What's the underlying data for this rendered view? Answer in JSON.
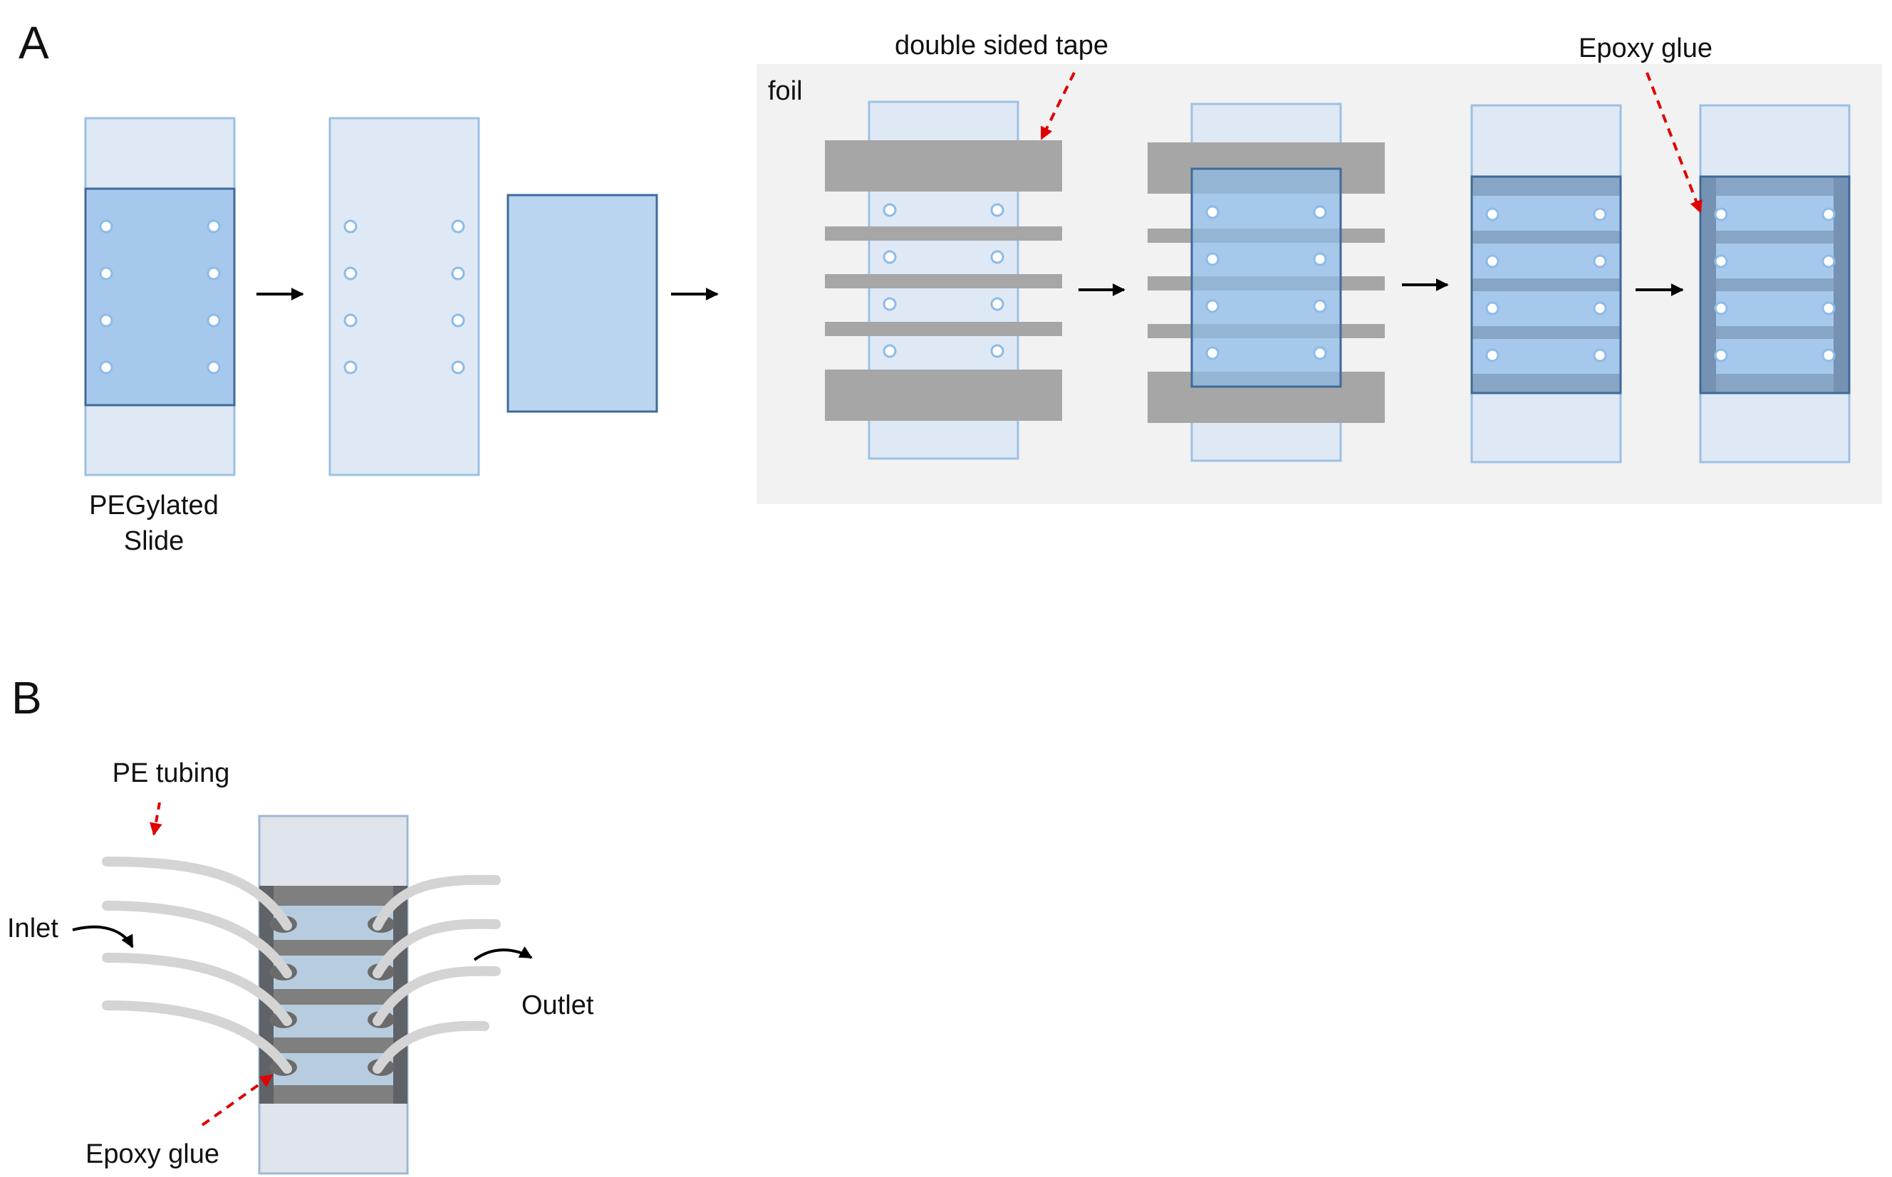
{
  "panels": {
    "A": {
      "letter": "A"
    },
    "B": {
      "letter": "B"
    }
  },
  "labels": {
    "pegylated_line1": "PEGylated",
    "pegylated_line2": "Slide",
    "foil": "foil",
    "double_sided_tape": "double sided tape",
    "epoxy_glue_a": "Epoxy glue",
    "pe_tubing": "PE tubing",
    "inlet": "Inlet",
    "outlet": "Outlet",
    "epoxy_glue_b": "Epoxy glue"
  },
  "colors": {
    "slide_fill": "#dfe9f5",
    "slide_stroke": "#9dc0e4",
    "coverslip_fill": "#a6c8ec",
    "coverslip_stroke": "#3f6a99",
    "tape": "#a6a6a6",
    "foil_background": "#f2f2f2",
    "pointer_arrow": "#e00000",
    "process_arrow": "#000000",
    "tubing": "#d4d4d4"
  },
  "steps": [
    {
      "name": "pegylated-slide-with-coverslip"
    },
    {
      "name": "drilled-slide"
    },
    {
      "name": "coverslip"
    },
    {
      "name": "slide-with-tape-strips"
    },
    {
      "name": "coverslip-on-tape"
    },
    {
      "name": "trimmed-channel-chamber"
    },
    {
      "name": "epoxy-sealed-chamber"
    }
  ]
}
